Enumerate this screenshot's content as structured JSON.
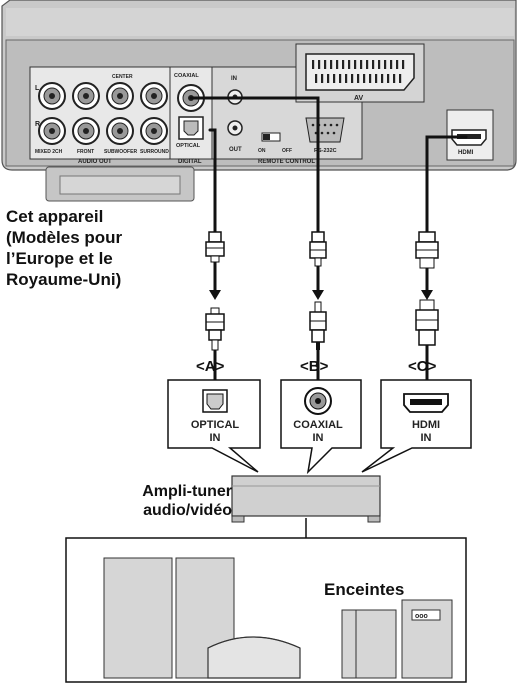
{
  "device": {
    "caption_lines": [
      "Cet appareil",
      "(Modèles pour",
      "l’Europe et le",
      "Royaume-Uni)"
    ]
  },
  "rear_panel": {
    "audio_out_label": "AUDIO OUT",
    "digital_label": "DIGITAL",
    "remote_control_label": "REMOTE CONTROL",
    "av_label": "AV",
    "hdmi_label": "HDMI",
    "coaxial_label": "COAXIAL",
    "optical_label": "OPTICAL",
    "center_label": "CENTER",
    "mixed_2ch_label": "MIXED 2CH",
    "front_label": "FRONT",
    "subwoofer_label": "SUBWOOFER",
    "surround_label": "SURROUND",
    "in_label": "IN",
    "out_label": "OUT",
    "on_label": "ON",
    "off_label": "OFF",
    "rs232c_label": "RS-232C",
    "l_mark": "L",
    "r_mark": "R"
  },
  "connections": [
    {
      "tag": "<A>",
      "input_line1": "OPTICAL",
      "input_line2": "IN"
    },
    {
      "tag": "<B>",
      "input_line1": "COAXIAL",
      "input_line2": "IN"
    },
    {
      "tag": "<C>",
      "input_line1": "HDMI",
      "input_line2": "IN"
    }
  ],
  "receiver": {
    "caption_lines": [
      "Ampli-tuner",
      "audio/vidéo"
    ]
  },
  "speakers": {
    "caption": "Enceintes",
    "panel_text": "ooo"
  }
}
